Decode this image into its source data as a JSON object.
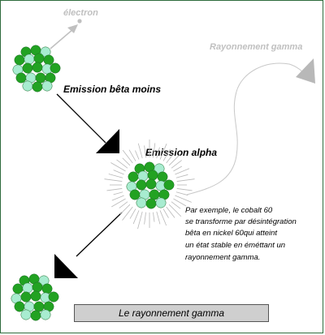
{
  "labels": {
    "electron": "électron",
    "gamma_ray": "Rayonnement gamma",
    "beta_minus": "Emission bêta moins",
    "alpha": "Emission alpha",
    "note_lines": [
      "Par exemple, le cobalt 60",
      "se transforme par désintégration",
      "bêta en nickel 60qui atteint",
      " un état stable en éméttant un",
      "rayonnement gamma."
    ],
    "caption": "Le rayonnement gamma"
  },
  "colors": {
    "proton": "#22a222",
    "neutron": "#a8ecd0",
    "arrow": "#000000",
    "faded": "#c0c0c0",
    "frame": "#2e6b3c"
  }
}
